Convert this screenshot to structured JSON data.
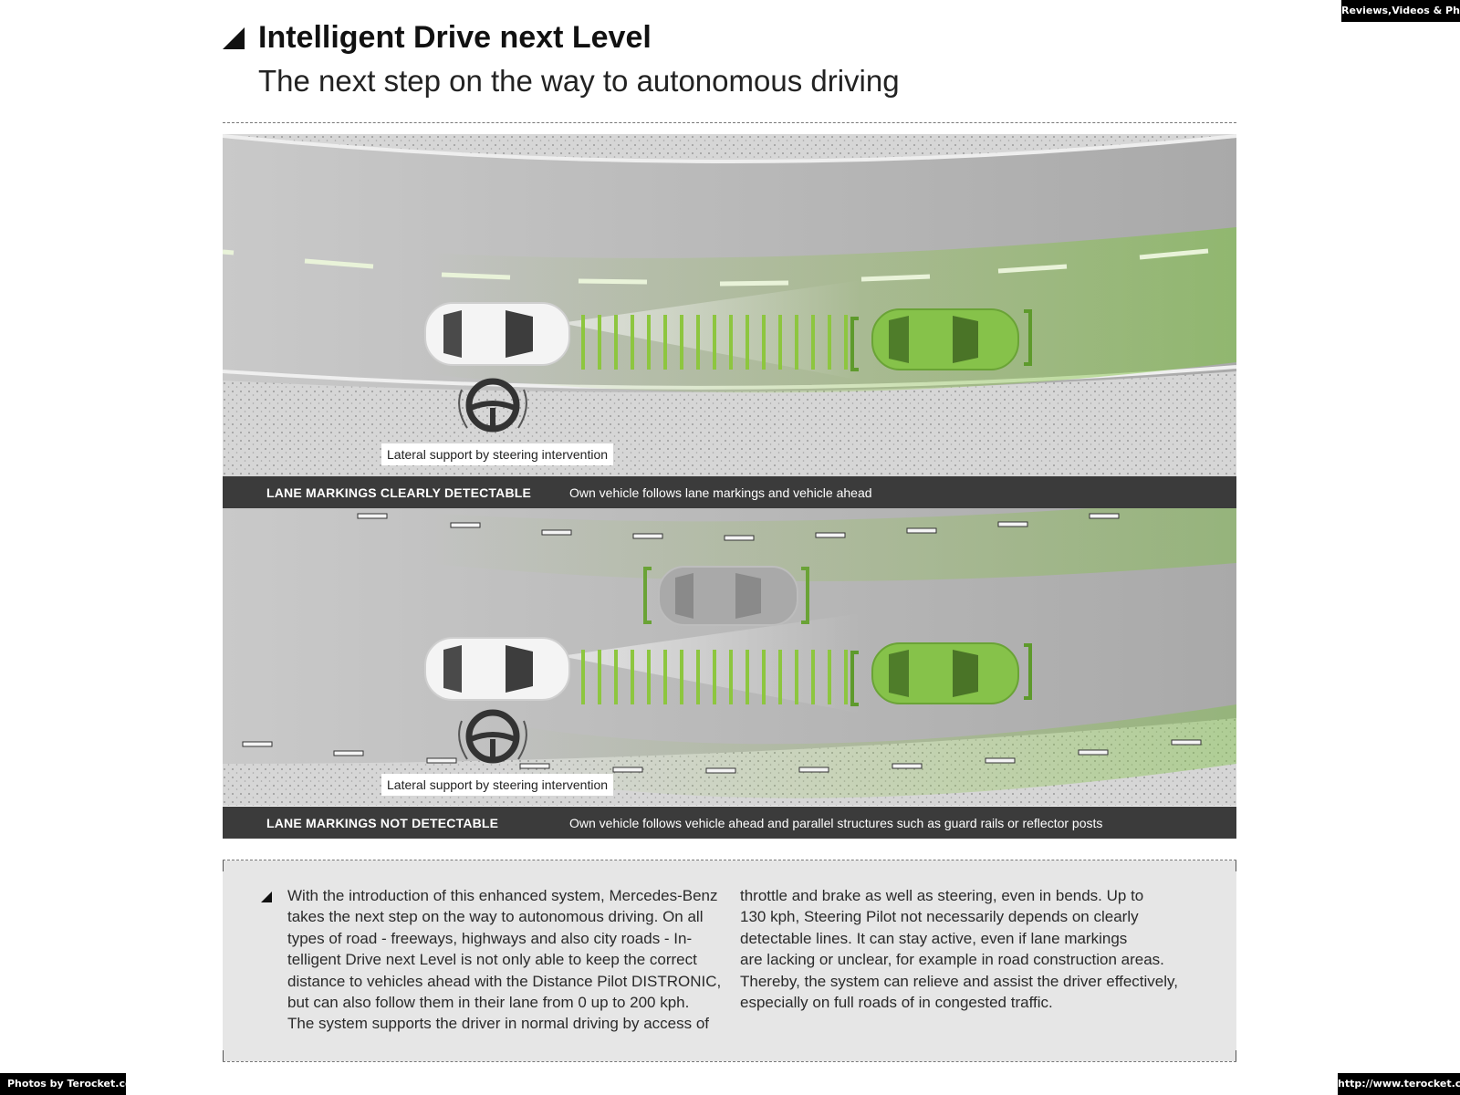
{
  "header": {
    "title": "Intelligent Drive next Level",
    "subtitle": "The next step on the way to autonomous driving"
  },
  "watermarks": {
    "top_right": "Reviews,Videos & Photos",
    "bottom_left": "Photos by Terocket.com",
    "bottom_right": "http://www.terocket.com"
  },
  "panels": [
    {
      "callout": "Lateral support by steering intervention",
      "label": "LANE MARKINGS CLEARLY DETECTABLE",
      "description": "Own vehicle follows lane markings and vehicle ahead"
    },
    {
      "callout": "Lateral support by steering intervention",
      "label": "LANE MARKINGS NOT DETECTABLE",
      "description": "Own vehicle follows vehicle ahead and parallel structures such as guard rails or reflector posts"
    }
  ],
  "body_text": {
    "left_lines": [
      "With the introduction of this enhanced system, Mercedes-Benz",
      "takes the next step on the way to autonomous driving. On all",
      "types of road - freeways, highways and also city roads - In-",
      "telligent Drive next Level is not only able to keep the correct",
      "distance to vehicles ahead with the Distance Pilot DISTRONIC,",
      "but can also follow them in their lane from 0 up to 200 kph.",
      "The system supports the driver in normal driving by access of"
    ],
    "right_lines": [
      "throttle and brake as well as steering, even in bends. Up to",
      "130 kph, Steering Pilot not necessarily depends on clearly",
      "detectable lines. It can stay active, even if lane markings",
      "are lacking or unclear, for example in road construction areas.",
      "Thereby, the system can relieve and assist the driver effectively,",
      "especially on full roads of in congested traffic."
    ]
  },
  "colors": {
    "accent_green": "#7dc242",
    "band_dark": "#3b3b3b",
    "road_gray": "#bdbdbd",
    "text_box_bg": "#e6e6e6"
  }
}
